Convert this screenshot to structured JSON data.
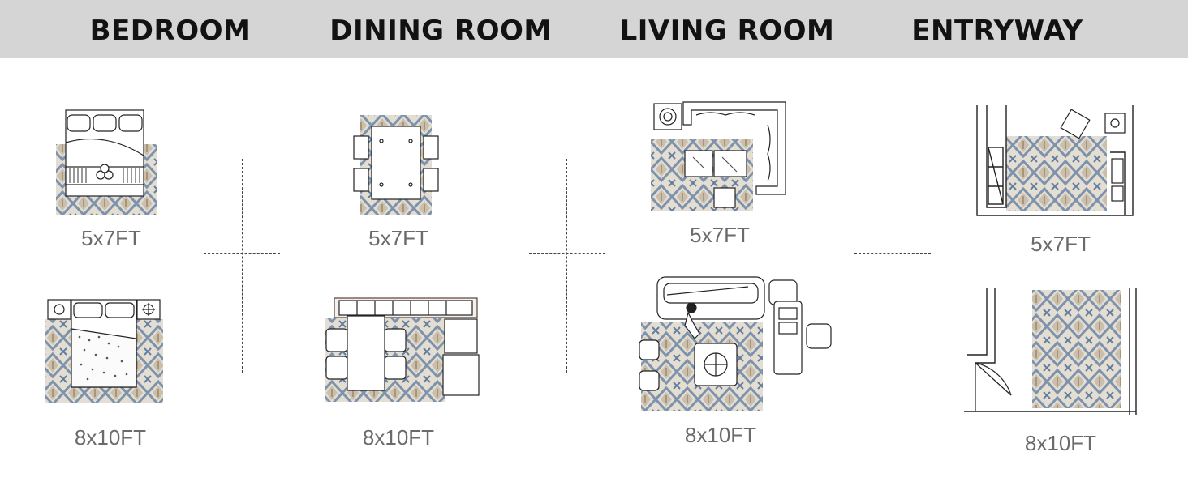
{
  "header": {
    "rooms": [
      {
        "title": "BEDROOM"
      },
      {
        "title": "DINING ROOM"
      },
      {
        "title": "LIVING ROOM"
      },
      {
        "title": "ENTRYWAY"
      }
    ]
  },
  "sizes": {
    "bedroom_small": "5x7FT",
    "bedroom_large": "8x10FT",
    "dining_small": "5x7FT",
    "dining_large": "8x10FT",
    "living_small": "5x7FT",
    "living_large": "8x10FT",
    "entry_small": "5x7FT",
    "entry_large": "8x10FT"
  },
  "colors": {
    "header_bg": "#d5d5d5",
    "rug_cream": "#e4ddd2",
    "rug_blue": "#6f88a6",
    "rug_tan": "#b8a68e"
  }
}
